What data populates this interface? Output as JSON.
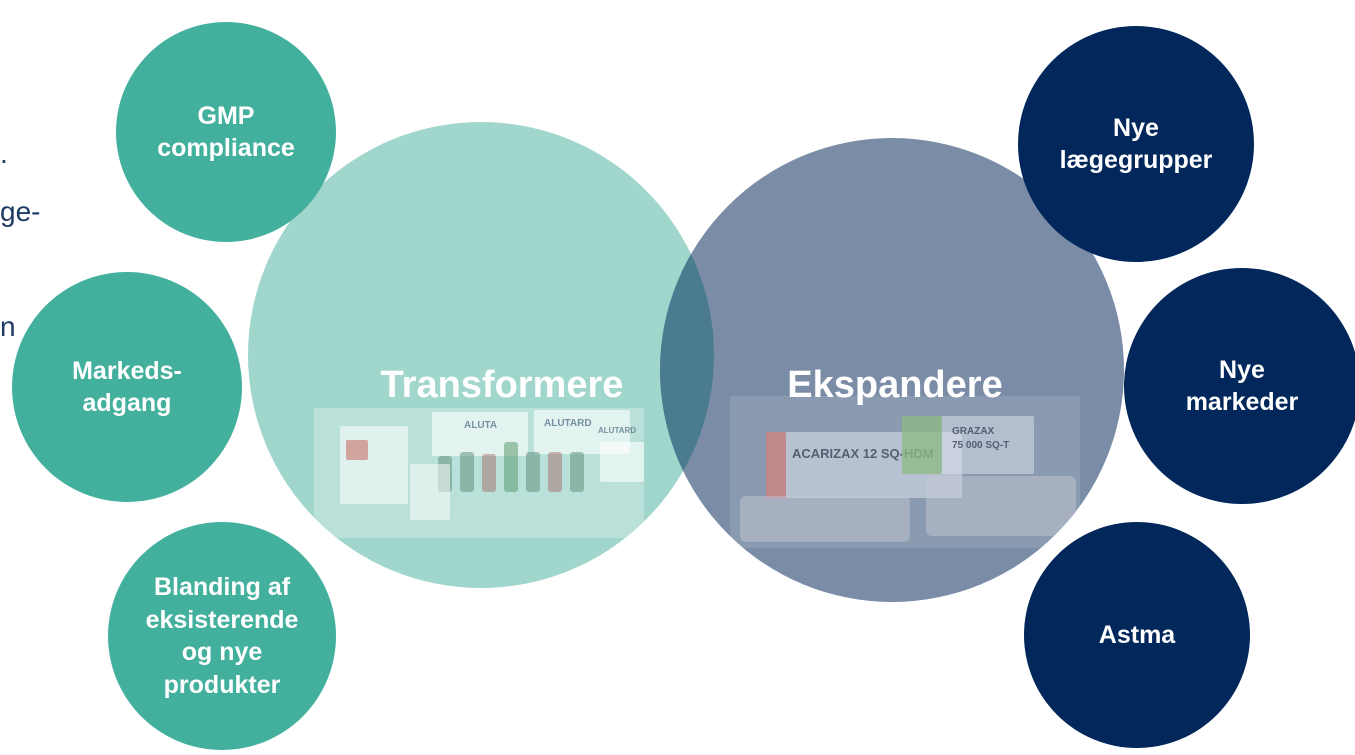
{
  "colors": {
    "teal": "#43b09e",
    "teal_light": "#a0d6cb",
    "navy": "#02275a",
    "slate": "#7a8ca6",
    "overlap": "#4a7b8f"
  },
  "background_fragments": [
    ".",
    "ge-",
    "n"
  ],
  "left_circles": [
    {
      "label": "GMP\ncompliance"
    },
    {
      "label": "Markeds-\nadgang"
    },
    {
      "label": "Blanding af\neksisterende\nog nye\nprodukter"
    }
  ],
  "right_circles": [
    {
      "label": "Nye\nlægegrupper"
    },
    {
      "label": "Nye\nmarkeder"
    },
    {
      "label": "Astma"
    }
  ],
  "venn": {
    "left_label": "Transformere",
    "right_label": "Ekspandere"
  },
  "product_packaging": {
    "left_pack_texts": [
      "ALUTA",
      "ALUTARD",
      "ALUTARD"
    ],
    "right_pack_texts": [
      "ACARIZAX 12 SQ-HDM",
      "GRAZAX",
      "75 000 SQ-T"
    ]
  }
}
